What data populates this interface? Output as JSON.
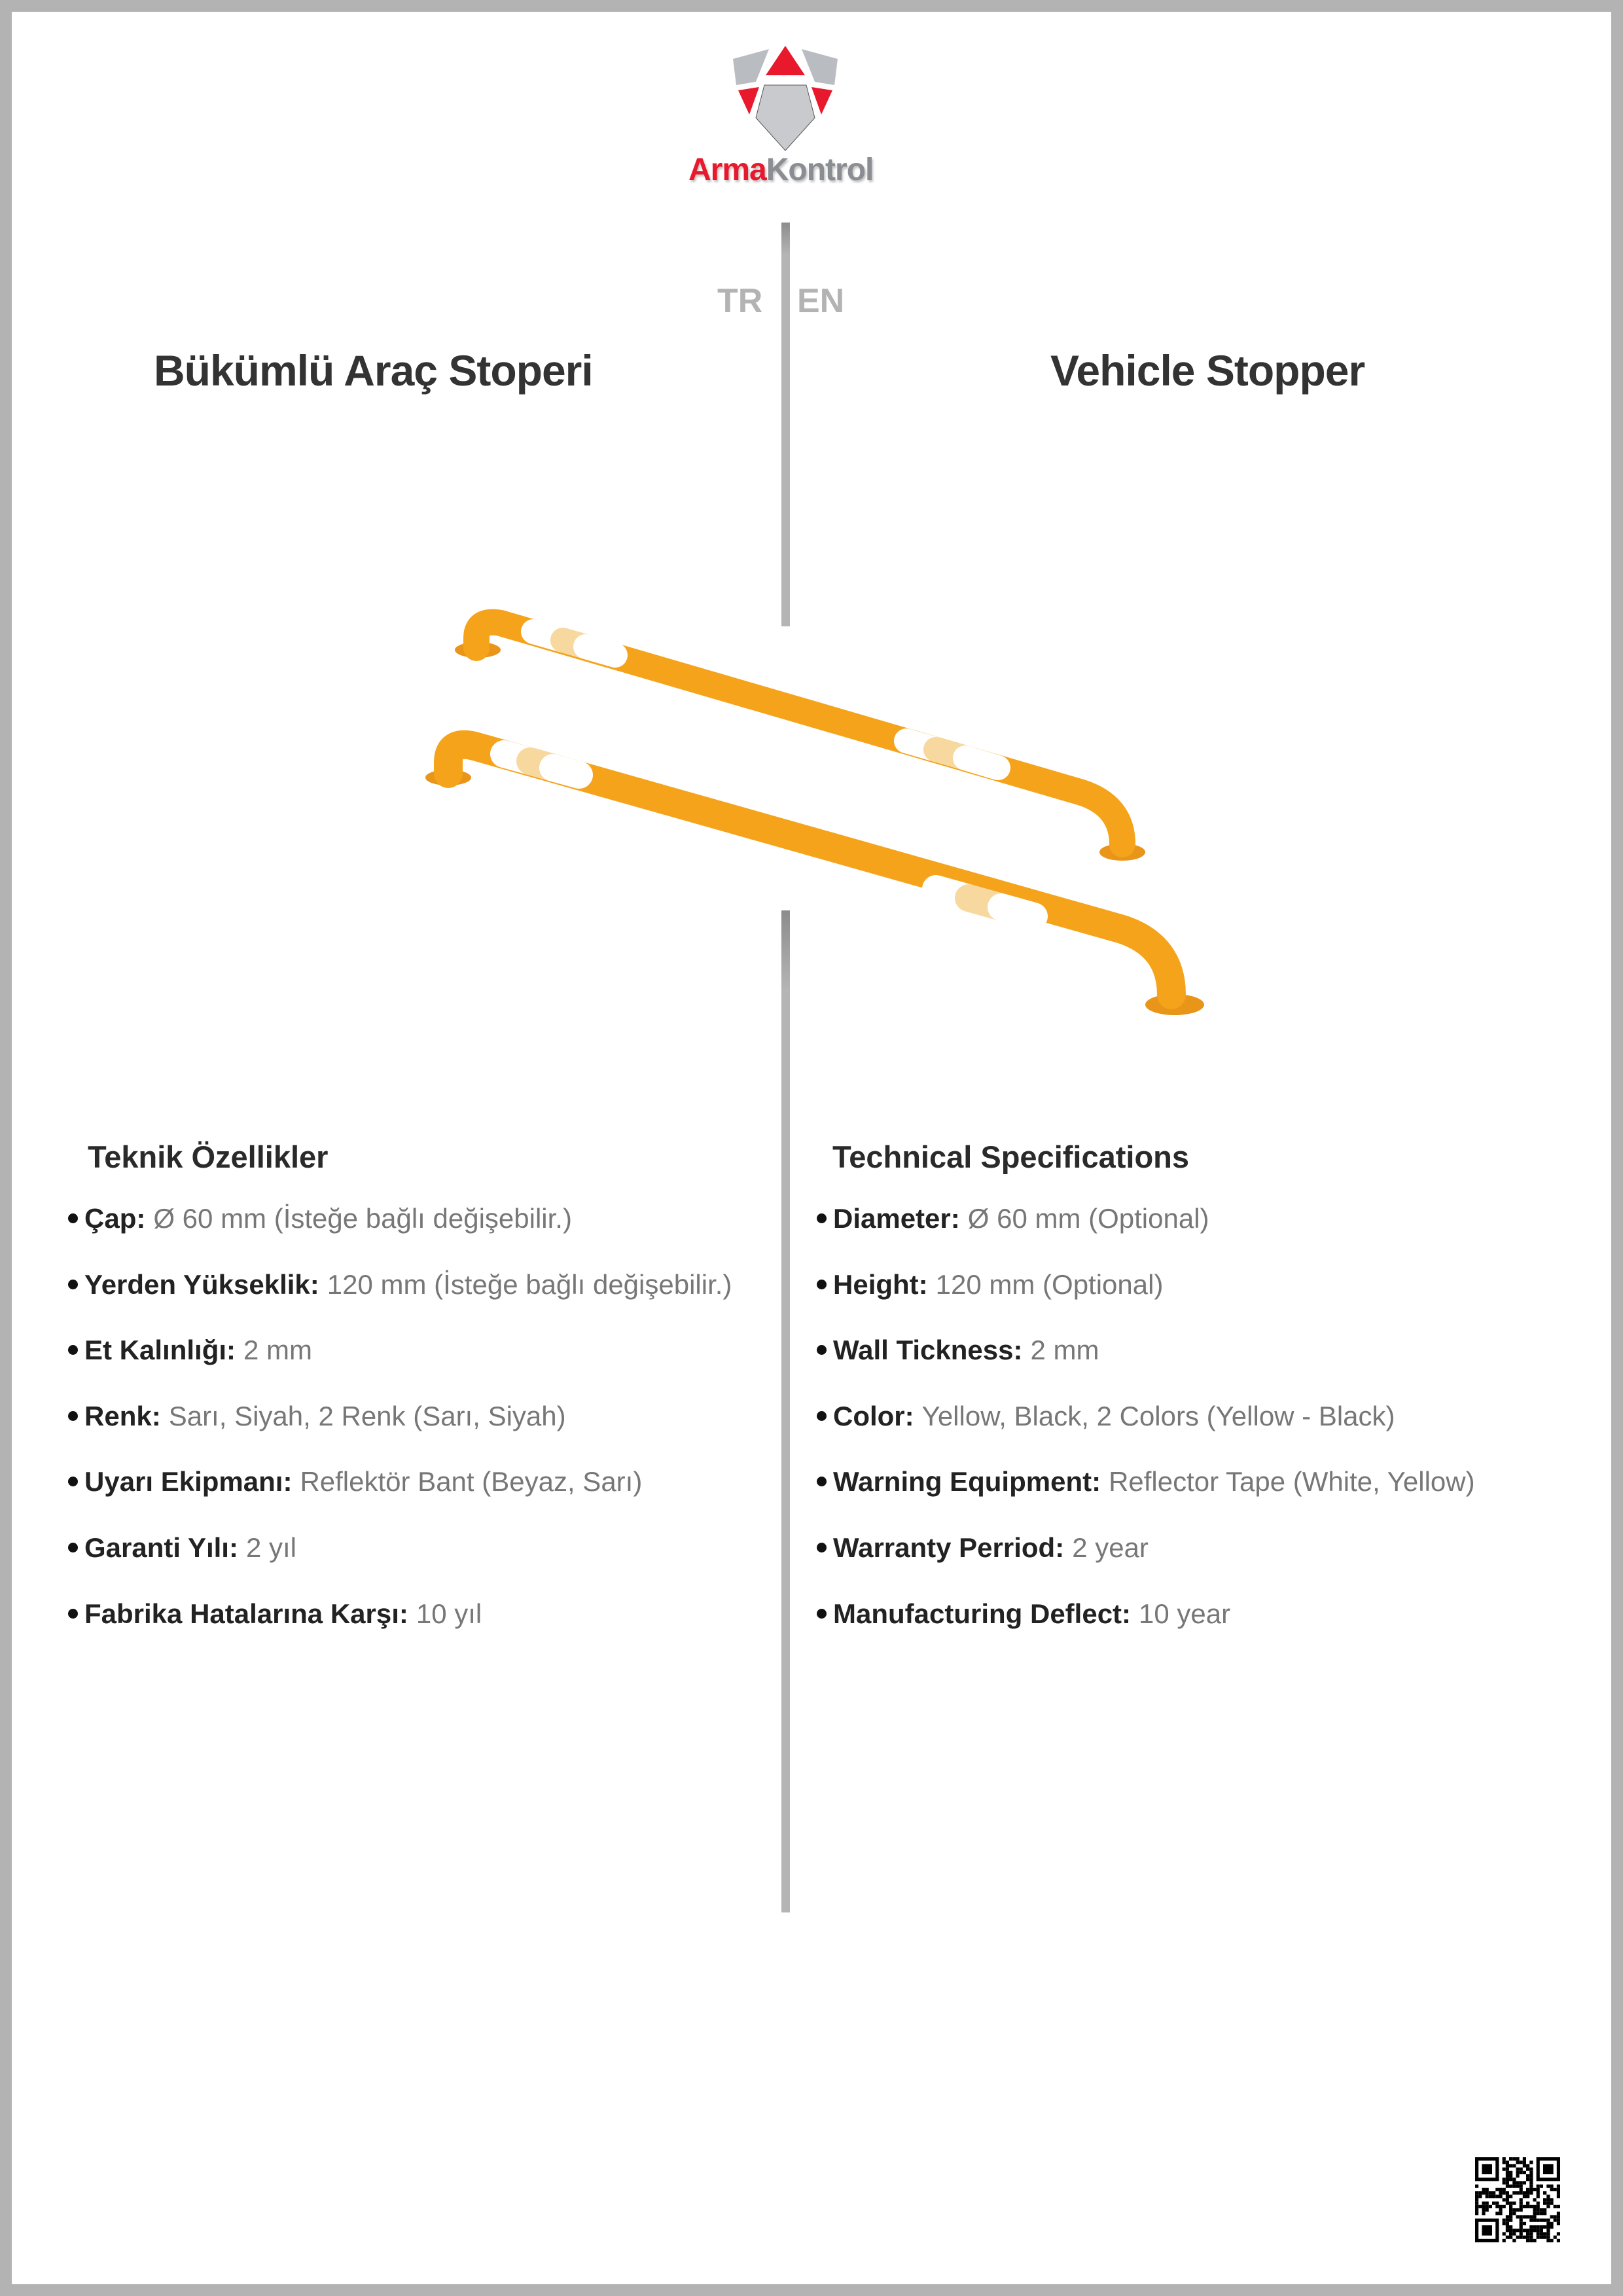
{
  "brand": {
    "name_part1": "Arma",
    "name_part2": "Kontrol",
    "colors": {
      "red": "#e8192c",
      "gray": "#8a8d92"
    }
  },
  "languages": {
    "tr": "TR",
    "en": "EN"
  },
  "titles": {
    "tr": "Bükümlü Araç Stoperi",
    "en": "Vehicle Stopper"
  },
  "product_colors": {
    "yellow": "#f5a31a",
    "tape_white": "#ffffff",
    "tape_yellow": "#f7d9a0"
  },
  "specs_tr": {
    "heading": "Teknik Özellikler",
    "items": [
      {
        "label": "Çap:",
        "value": "Ø 60 mm (İsteğe bağlı değişebilir.)"
      },
      {
        "label": "Yerden Yükseklik:",
        "value": "120 mm (İsteğe bağlı değişebilir.)"
      },
      {
        "label": "Et Kalınlığı:",
        "value": "2 mm"
      },
      {
        "label": "Renk:",
        "value": "Sarı, Siyah, 2 Renk (Sarı, Siyah)"
      },
      {
        "label": "Uyarı Ekipmanı:",
        "value": "Reflektör Bant (Beyaz, Sarı)"
      },
      {
        "label": "Garanti Yılı:",
        "value": "2 yıl"
      },
      {
        "label": "Fabrika Hatalarına Karşı:",
        "value": "10 yıl"
      }
    ]
  },
  "specs_en": {
    "heading": "Technical Specifications",
    "items": [
      {
        "label": "Diameter:",
        "value": "Ø 60 mm (Optional)"
      },
      {
        "label": "Height:",
        "value": "120 mm (Optional)"
      },
      {
        "label": "Wall Tickness:",
        "value": "2 mm"
      },
      {
        "label": "Color:",
        "value": "Yellow, Black, 2 Colors (Yellow - Black)"
      },
      {
        "label": "Warning Equipment:",
        "value": "Reflector Tape (White, Yellow)"
      },
      {
        "label": "Warranty Perriod:",
        "value": "2 year"
      },
      {
        "label": "Manufacturing Deflect:",
        "value": "10 year"
      }
    ]
  }
}
